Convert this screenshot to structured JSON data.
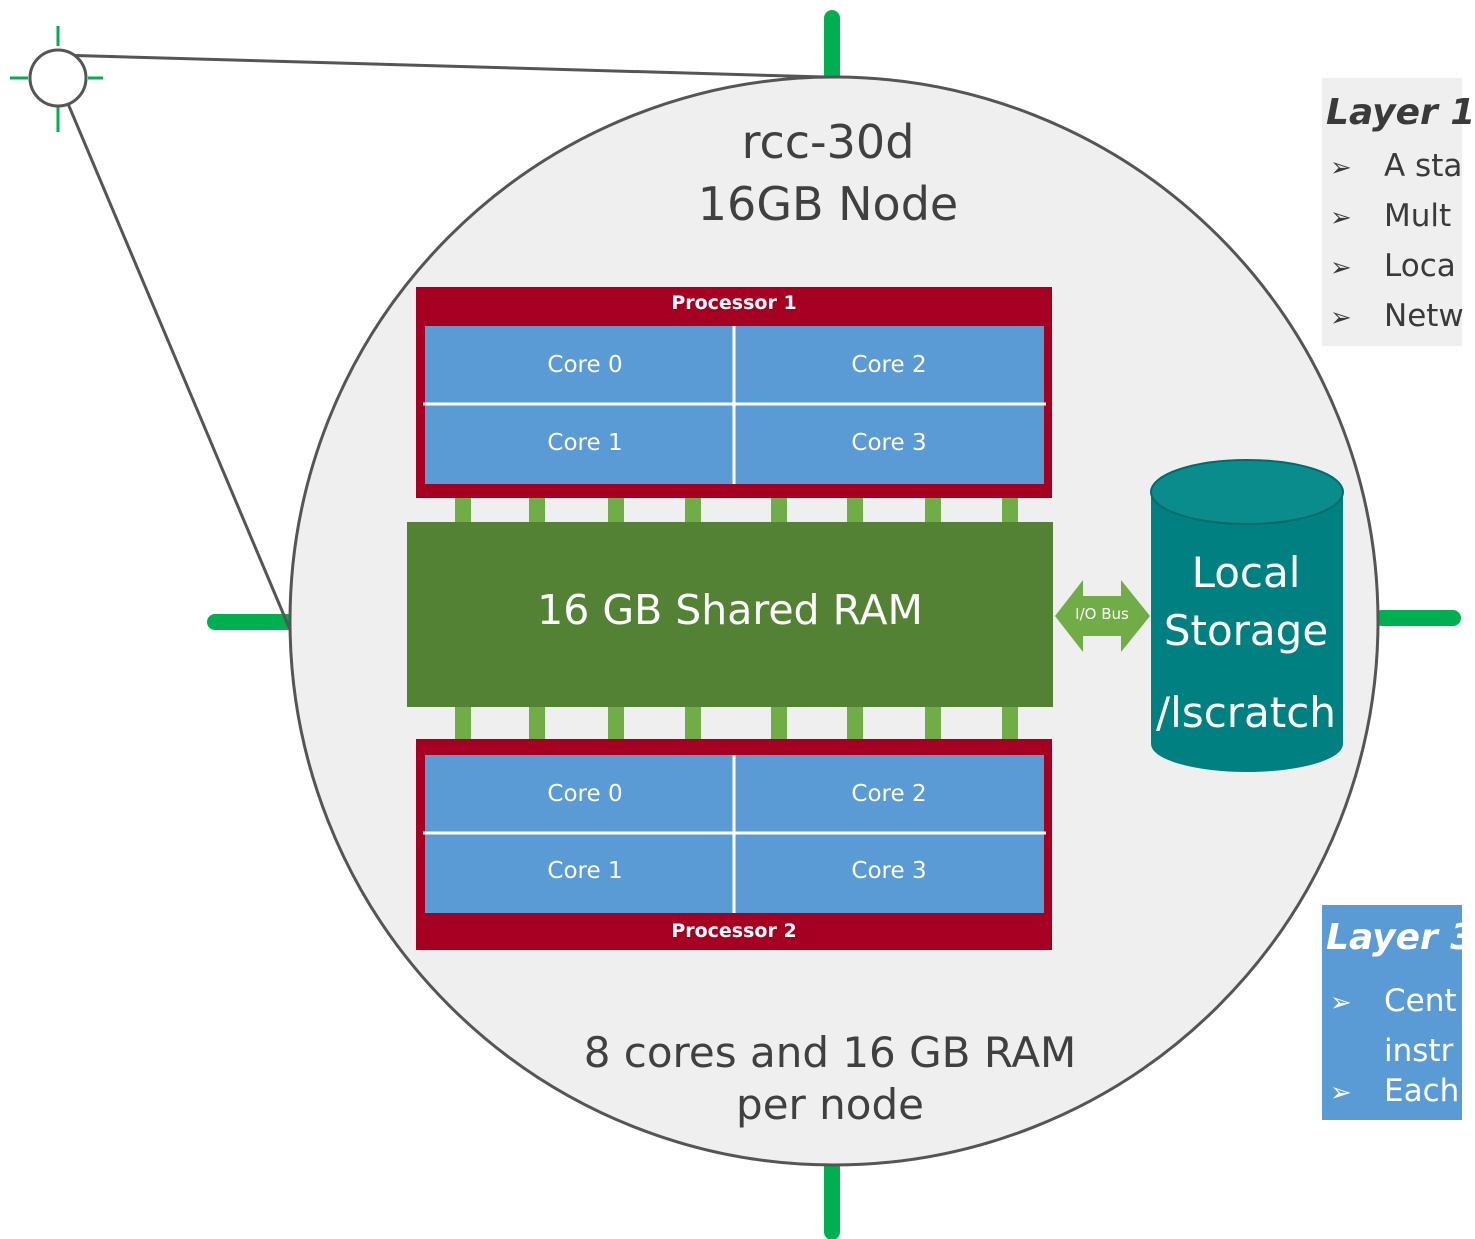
{
  "node": {
    "name": "rcc-30d",
    "type": "16GB Node",
    "summary_line1": "8 cores and 16 GB RAM",
    "summary_line2": "per node"
  },
  "processors": [
    {
      "label": "Processor 1",
      "cores": [
        "Core 0",
        "Core 2",
        "Core 1",
        "Core 3"
      ]
    },
    {
      "label": "Processor 2",
      "cores": [
        "Core 0",
        "Core 2",
        "Core 1",
        "Core 3"
      ]
    }
  ],
  "ram": {
    "label": "16 GB Shared RAM"
  },
  "io_bus": {
    "label": "I/O Bus"
  },
  "storage": {
    "line1": "Local",
    "line2": "Storage",
    "line3": "/lscratch"
  },
  "layer1": {
    "title": "Layer 1",
    "bullets": [
      "A sta",
      "Mult",
      "Loca",
      "Netw"
    ]
  },
  "layer3": {
    "title": "Layer 3",
    "bullets": [
      "Cent",
      "instr",
      "Each"
    ]
  },
  "colors": {
    "node_circle": "#efefef",
    "processor": "#a50021",
    "core": "#5b9bd5",
    "ram": "#548235",
    "bus_pins": "#70ad47",
    "io_arrow": "#70ad47",
    "storage": "#008080",
    "network_green": "#00b050",
    "layer3_bg": "#5b9bd5"
  }
}
